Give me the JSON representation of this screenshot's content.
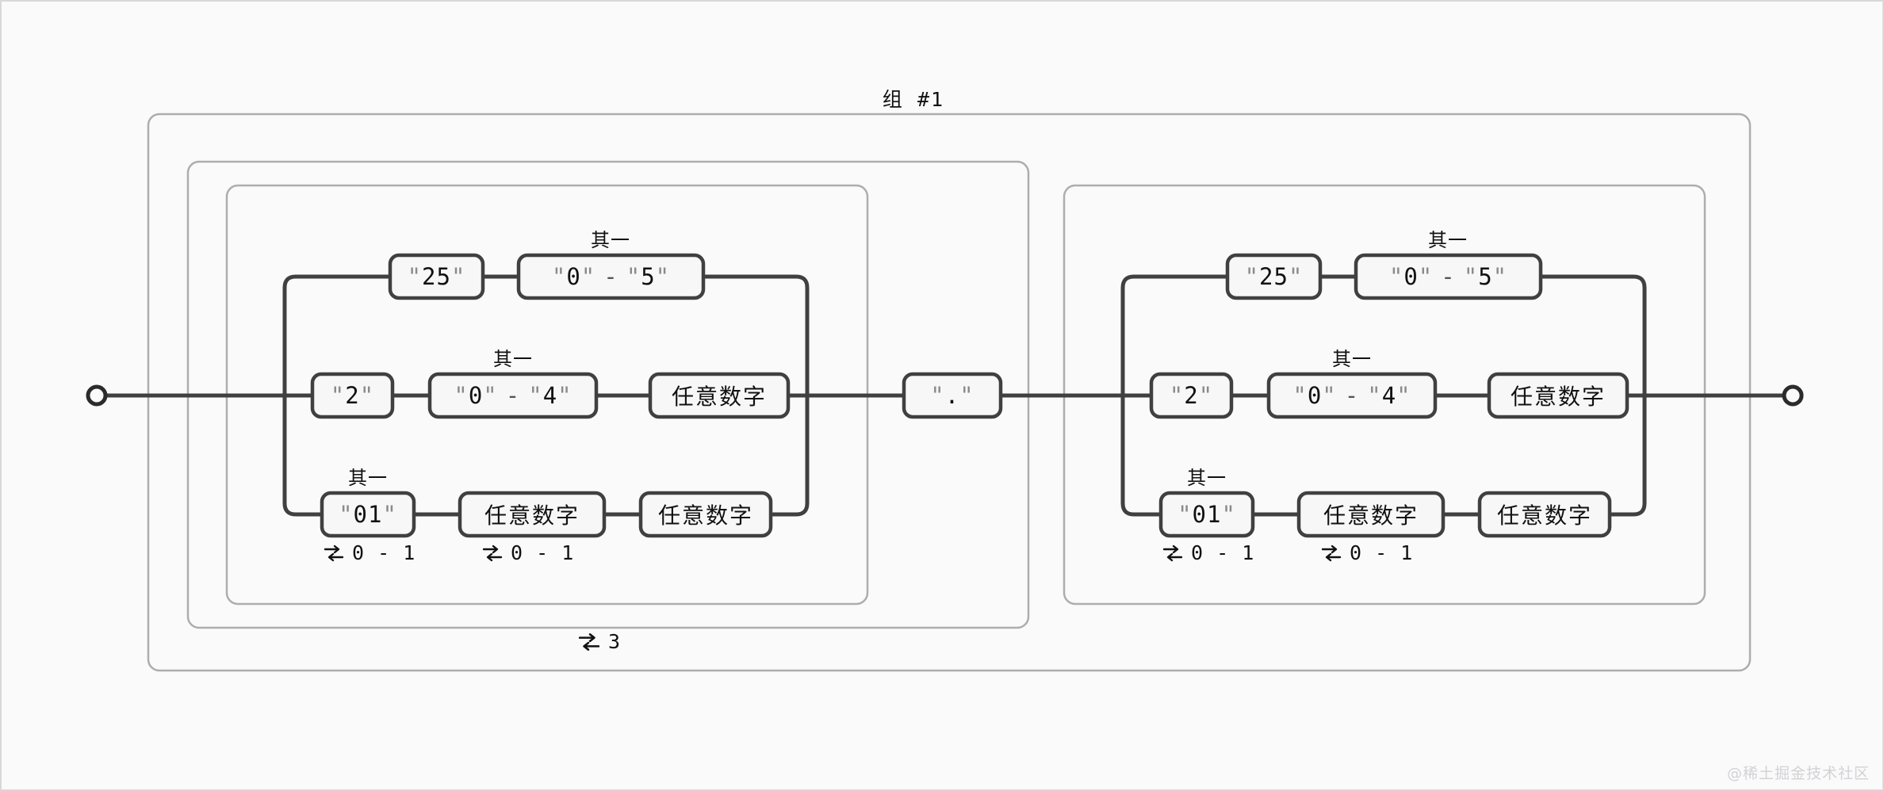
{
  "diagram": {
    "title": "组 #1",
    "alt_label": "其一",
    "colors": {
      "canvas_bg": "#fafafa",
      "node_stroke": "#404040",
      "node_fill": "#f7f7f7",
      "group_stroke": "#adadad",
      "rail": "#404040",
      "text": "#111111",
      "quote": "#8a8a8a",
      "watermark": "#d2d2d6"
    },
    "endpoints": {
      "start": "start-circle",
      "end": "end-circle"
    },
    "group_repeat": {
      "icon": "repeat-icon",
      "text": "3"
    },
    "separator": {
      "quote": "\"",
      "value": "."
    },
    "blocks": [
      {
        "name": "left-octet",
        "branches": [
          {
            "name": "branch-250-255",
            "nodes": [
              {
                "kind": "literal",
                "quote": "\"",
                "value": "25",
                "alt": null,
                "quant": null
              },
              {
                "kind": "range",
                "quote": "\"",
                "from": "0",
                "to": "5",
                "dash": "-",
                "alt": "其一",
                "quant": null
              }
            ]
          },
          {
            "name": "branch-200-249",
            "nodes": [
              {
                "kind": "literal",
                "quote": "\"",
                "value": "2",
                "alt": null,
                "quant": null
              },
              {
                "kind": "range",
                "quote": "\"",
                "from": "0",
                "to": "4",
                "dash": "-",
                "alt": "其一",
                "quant": null
              },
              {
                "kind": "class",
                "value": "任意数字",
                "alt": null,
                "quant": null
              }
            ]
          },
          {
            "name": "branch-0-199",
            "nodes": [
              {
                "kind": "literal",
                "quote": "\"",
                "value": "01",
                "alt": "其一",
                "quant": {
                  "icon": "repeat-icon",
                  "text": "0 - 1"
                }
              },
              {
                "kind": "class",
                "value": "任意数字",
                "alt": null,
                "quant": {
                  "icon": "repeat-icon",
                  "text": "0 - 1"
                }
              },
              {
                "kind": "class",
                "value": "任意数字",
                "alt": null,
                "quant": null
              }
            ]
          }
        ]
      },
      {
        "name": "right-octet",
        "branches": [
          {
            "name": "branch-250-255",
            "nodes": [
              {
                "kind": "literal",
                "quote": "\"",
                "value": "25",
                "alt": null,
                "quant": null
              },
              {
                "kind": "range",
                "quote": "\"",
                "from": "0",
                "to": "5",
                "dash": "-",
                "alt": "其一",
                "quant": null
              }
            ]
          },
          {
            "name": "branch-200-249",
            "nodes": [
              {
                "kind": "literal",
                "quote": "\"",
                "value": "2",
                "alt": null,
                "quant": null
              },
              {
                "kind": "range",
                "quote": "\"",
                "from": "0",
                "to": "4",
                "dash": "-",
                "alt": "其一",
                "quant": null
              },
              {
                "kind": "class",
                "value": "任意数字",
                "alt": null,
                "quant": null
              }
            ]
          },
          {
            "name": "branch-0-199",
            "nodes": [
              {
                "kind": "literal",
                "quote": "\"",
                "value": "01",
                "alt": "其一",
                "quant": {
                  "icon": "repeat-icon",
                  "text": "0 - 1"
                }
              },
              {
                "kind": "class",
                "value": "任意数字",
                "alt": null,
                "quant": {
                  "icon": "repeat-icon",
                  "text": "0 - 1"
                }
              },
              {
                "kind": "class",
                "value": "任意数字",
                "alt": null,
                "quant": null
              }
            ]
          }
        ]
      }
    ],
    "watermark": "@稀土掘金技术社区"
  }
}
